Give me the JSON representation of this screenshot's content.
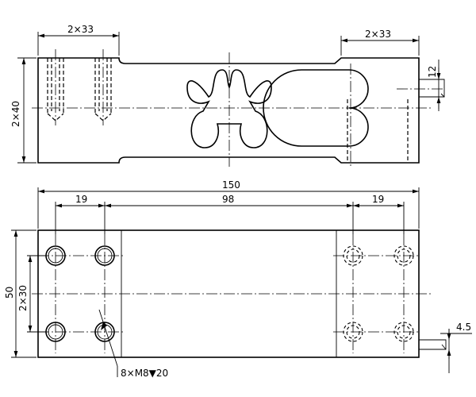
{
  "drawing": {
    "top_view": {
      "dim_top_left": "2×33",
      "dim_top_right": "2×33",
      "dim_left_height": "2×40",
      "dim_right_small": "12"
    },
    "plan_view": {
      "dim_overall": "150",
      "dim_left_pitch": "19",
      "dim_center": "98",
      "dim_right_pitch": "19",
      "dim_width": "50",
      "dim_hole_pitch": "2×30",
      "dim_right_small": "4.5",
      "callout_threads": "8×M8▼20"
    },
    "colors": {
      "line": "#000000",
      "background": "#ffffff"
    }
  }
}
